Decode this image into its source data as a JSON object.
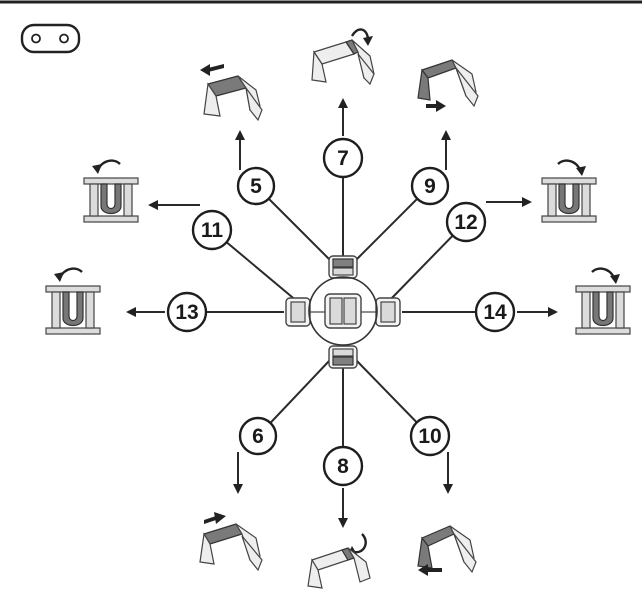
{
  "labels": [
    "5",
    "6",
    "7",
    "8",
    "9",
    "10",
    "11",
    "12",
    "13",
    "14"
  ],
  "icons": {
    "key": "key-shaped-icon",
    "seat": "seat-cushion-icon",
    "bracket": "u-bracket-icon",
    "hub": "seat-control-hub-icon"
  },
  "colors": {
    "line": "#2a2a2a",
    "dark_part": "#7a7a7a",
    "light_part": "#eeeeee"
  }
}
